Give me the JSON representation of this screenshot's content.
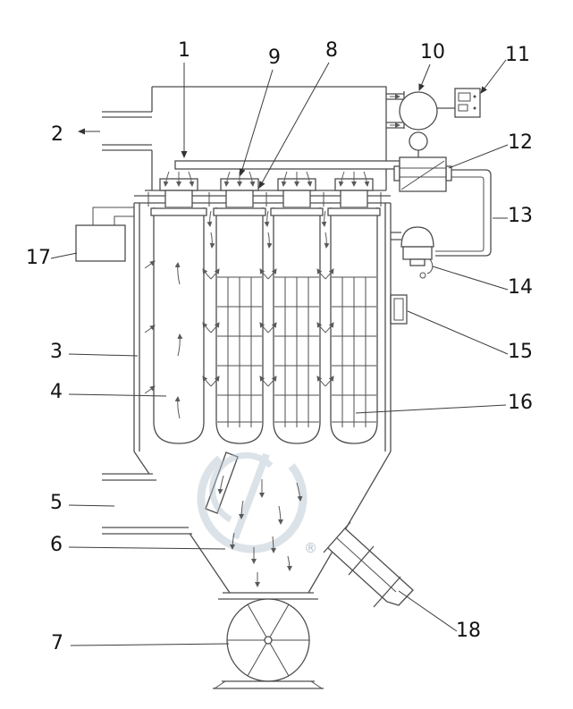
{
  "labels": [
    {
      "text": "1"
    },
    {
      "text": "2"
    },
    {
      "text": "3"
    },
    {
      "text": "4"
    },
    {
      "text": "5"
    },
    {
      "text": "6"
    },
    {
      "text": "7"
    },
    {
      "text": "8"
    },
    {
      "text": "9"
    },
    {
      "text": "10"
    },
    {
      "text": "11"
    },
    {
      "text": "12"
    },
    {
      "text": "13"
    },
    {
      "text": "14"
    },
    {
      "text": "15"
    },
    {
      "text": "16"
    },
    {
      "text": "17"
    },
    {
      "text": "18"
    }
  ],
  "watermark": {
    "symbol": "®"
  }
}
